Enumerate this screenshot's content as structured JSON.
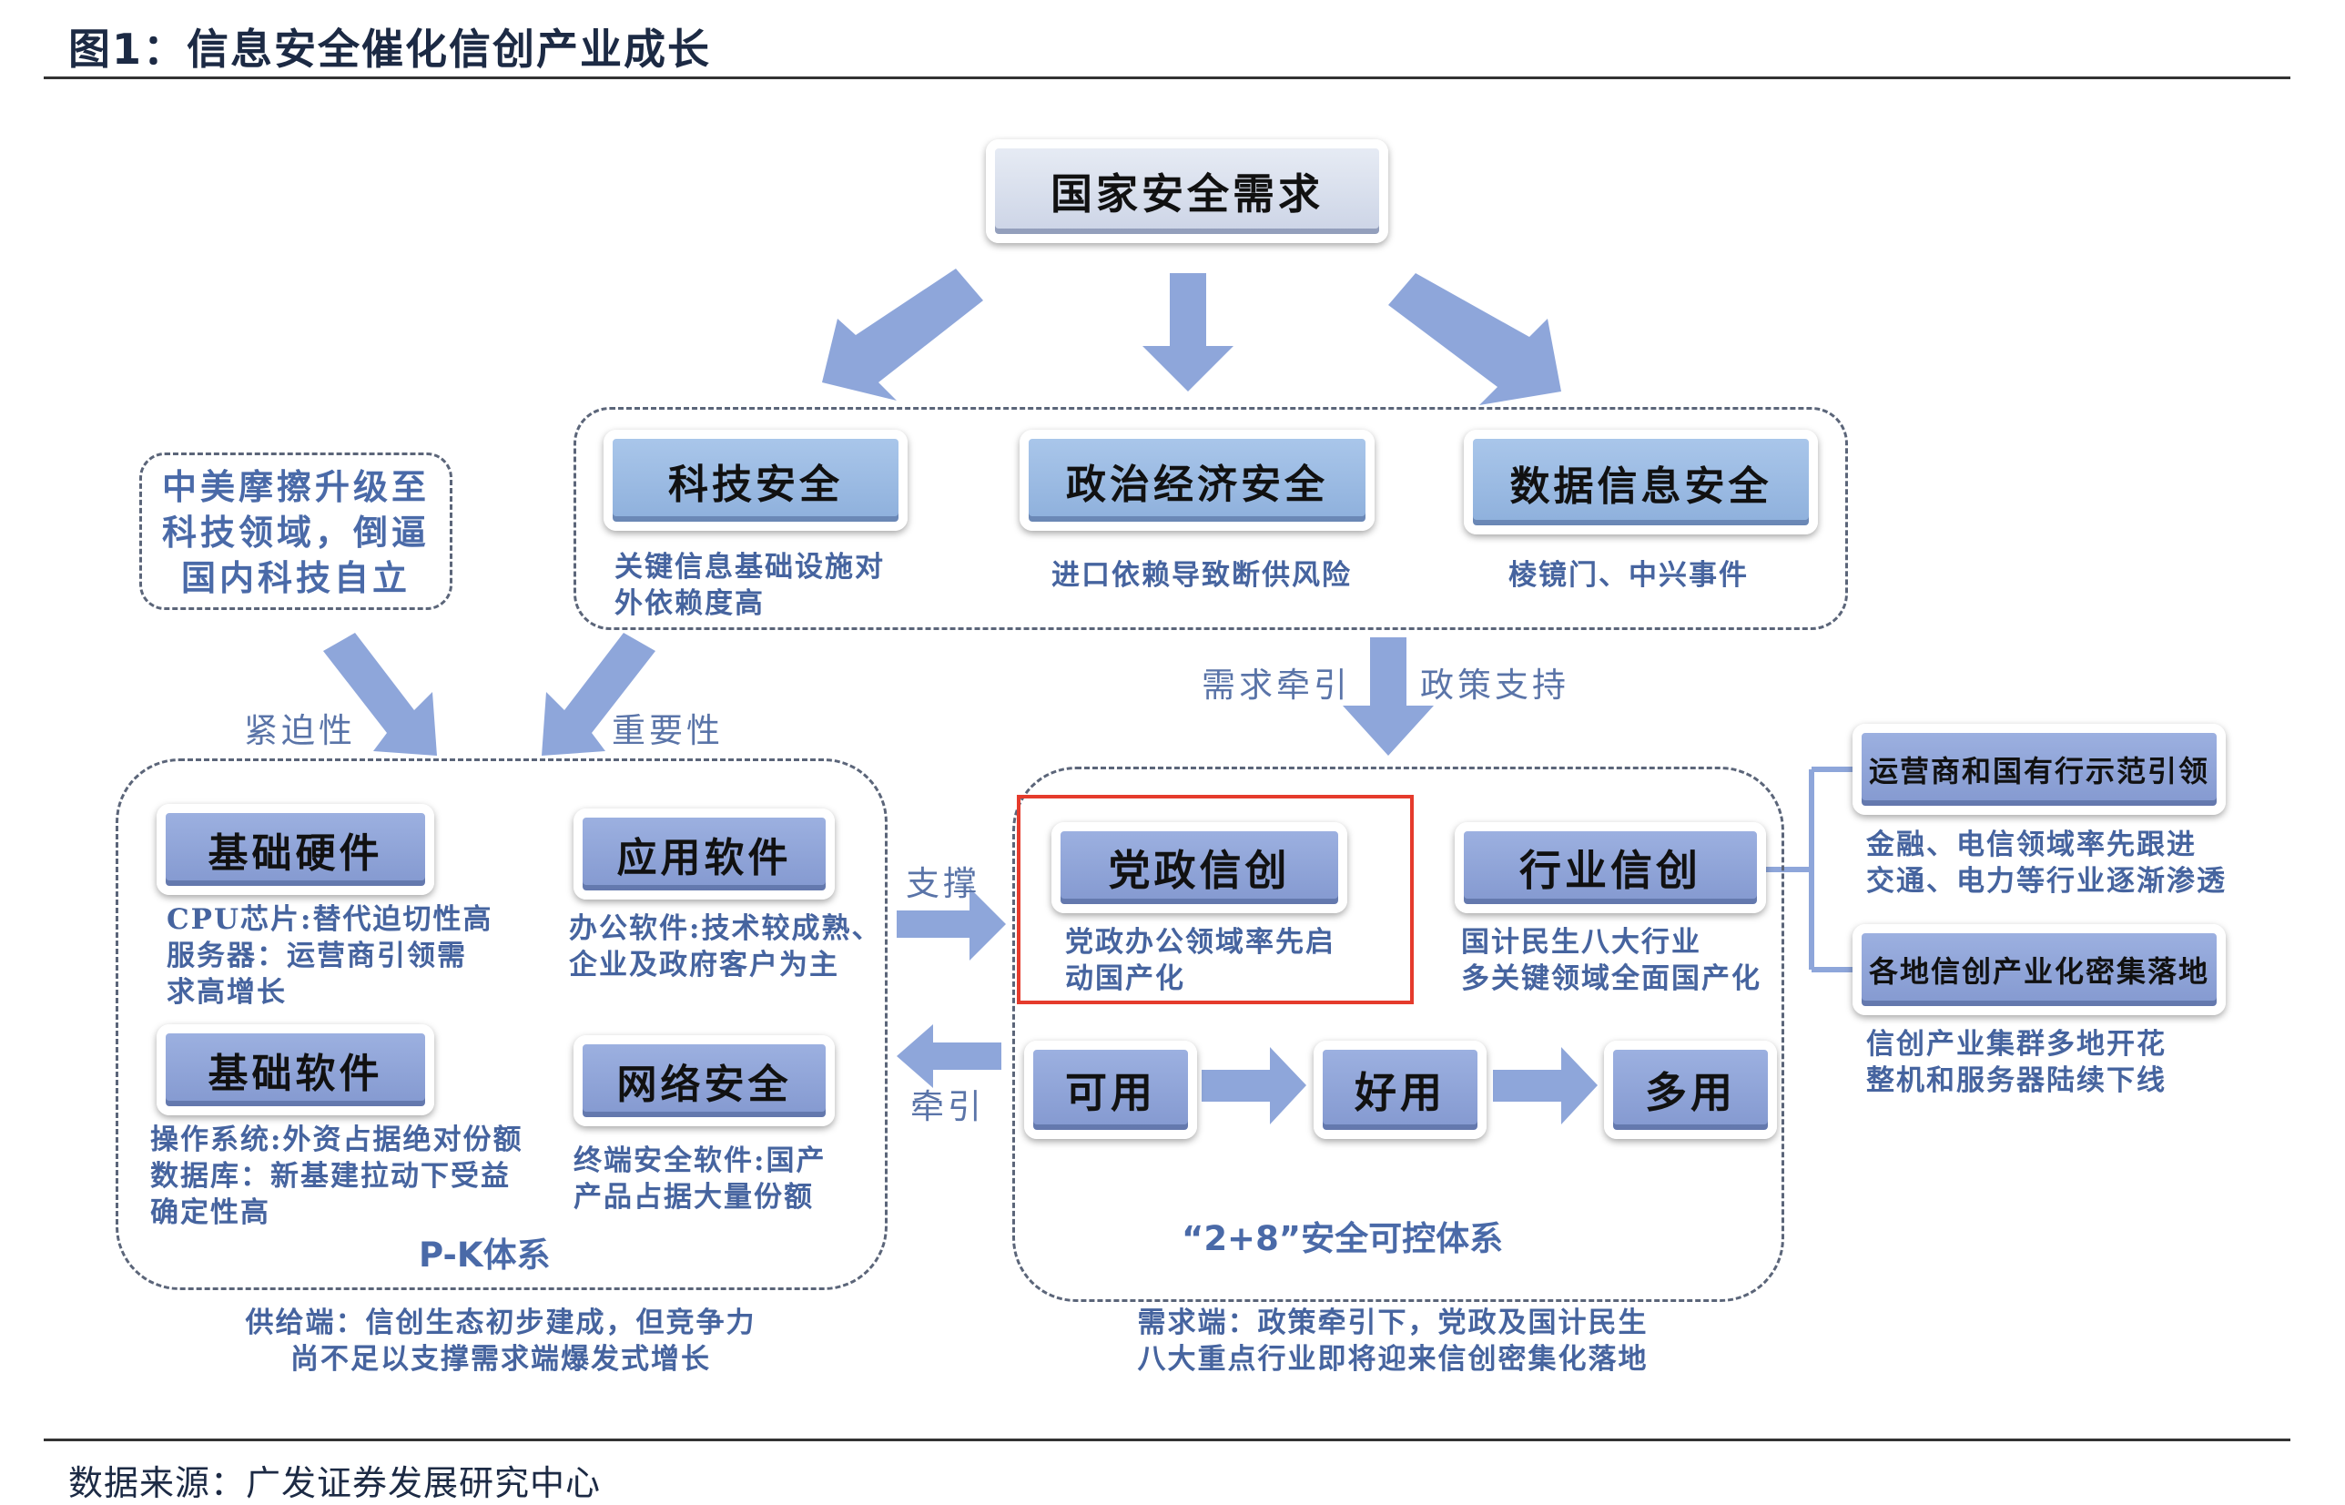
{
  "figure": {
    "title": "图1：信息安全催化信创产业成长",
    "source": "数据来源：广发证券发展研究中心"
  },
  "top": {
    "label": "国家安全需求"
  },
  "security_types": [
    {
      "label": "科技安全",
      "caption": [
        "关键信息基础设施对",
        "外依赖度高"
      ]
    },
    {
      "label": "政治经济安全",
      "caption": [
        "进口依赖导致断供风险"
      ]
    },
    {
      "label": "数据信息安全",
      "caption": [
        "棱镜门、中兴事件"
      ]
    }
  ],
  "trade_war": {
    "lines": [
      "中美摩擦升级至",
      "科技领域，倒逼",
      "国内科技自立"
    ]
  },
  "arrow_labels": {
    "urgency": "紧迫性",
    "importance": "重要性",
    "demand_pull": "需求牵引",
    "policy_support": "政策支持",
    "support": "支撑",
    "pull": "牵引"
  },
  "pk_system": {
    "title": "P-K体系",
    "items": [
      {
        "label": "基础硬件",
        "caption": [
          "CPU芯片:替代迫切性高",
          "服务器：运营商引领需",
          "求高增长"
        ]
      },
      {
        "label": "应用软件",
        "caption": [
          "办公软件:技术较成熟、",
          "企业及政府客户为主"
        ]
      },
      {
        "label": "基础软件",
        "caption": [
          "操作系统:外资占据绝对份额",
          "数据库：新基建拉动下受益",
          "确定性高"
        ]
      },
      {
        "label": "网络安全",
        "caption": [
          "终端安全软件:国产",
          "产品占据大量份额"
        ]
      }
    ],
    "footer": [
      "供给端：信创生态初步建成，但竞争力",
      "尚不足以支撑需求端爆发式增长"
    ]
  },
  "system_2_8": {
    "title": "“2+8”安全可控体系",
    "party_gov": {
      "label": "党政信创",
      "caption": [
        "党政办公领域率先启",
        "动国产化"
      ],
      "highlighted": true
    },
    "industry": {
      "label": "行业信创",
      "caption": [
        "国计民生八大行业",
        "多关键领域全面国产化"
      ]
    },
    "stages": [
      "可用",
      "好用",
      "多用"
    ],
    "footer": [
      "需求端：政策牵引下，党政及国计民生",
      "八大重点行业即将迎来信创密集化落地"
    ]
  },
  "industry_branches": [
    {
      "label": "运营商和国有行示范引领",
      "caption": [
        "金融、电信领域率先跟进",
        "交通、电力等行业逐渐渗透"
      ]
    },
    {
      "label": "各地信创产业化密集落地",
      "caption": [
        "信创产业集群多地开花",
        "整机和服务器陆续下线"
      ]
    }
  ],
  "colors": {
    "arrow": "#8ea6da",
    "caption_text": "#46649f",
    "highlight": "#e53b2c"
  }
}
